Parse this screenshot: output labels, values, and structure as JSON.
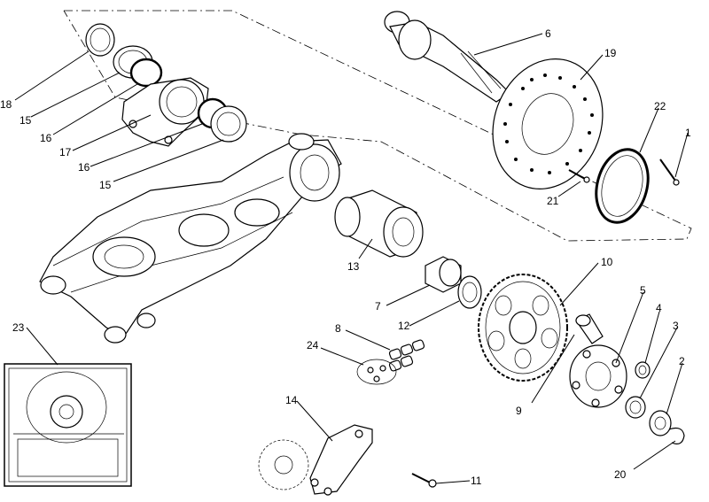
{
  "diagram": {
    "callouts": [
      {
        "id": "c1",
        "text": "1"
      },
      {
        "id": "c2",
        "text": "2"
      },
      {
        "id": "c3",
        "text": "3"
      },
      {
        "id": "c4",
        "text": "4"
      },
      {
        "id": "c5",
        "text": "5"
      },
      {
        "id": "c6",
        "text": "6"
      },
      {
        "id": "c7",
        "text": "7"
      },
      {
        "id": "c8",
        "text": "8"
      },
      {
        "id": "c9",
        "text": "9"
      },
      {
        "id": "c10",
        "text": "10"
      },
      {
        "id": "c11",
        "text": "11"
      },
      {
        "id": "c12",
        "text": "12"
      },
      {
        "id": "c13",
        "text": "13"
      },
      {
        "id": "c14",
        "text": "14"
      },
      {
        "id": "c15a",
        "text": "15"
      },
      {
        "id": "c15b",
        "text": "15"
      },
      {
        "id": "c16a",
        "text": "16"
      },
      {
        "id": "c16b",
        "text": "16"
      },
      {
        "id": "c17",
        "text": "17"
      },
      {
        "id": "c18",
        "text": "18"
      },
      {
        "id": "c19",
        "text": "19"
      },
      {
        "id": "c20",
        "text": "20"
      },
      {
        "id": "c21",
        "text": "21"
      },
      {
        "id": "c22",
        "text": "22"
      },
      {
        "id": "c23",
        "text": "23"
      },
      {
        "id": "c24",
        "text": "24"
      }
    ]
  }
}
